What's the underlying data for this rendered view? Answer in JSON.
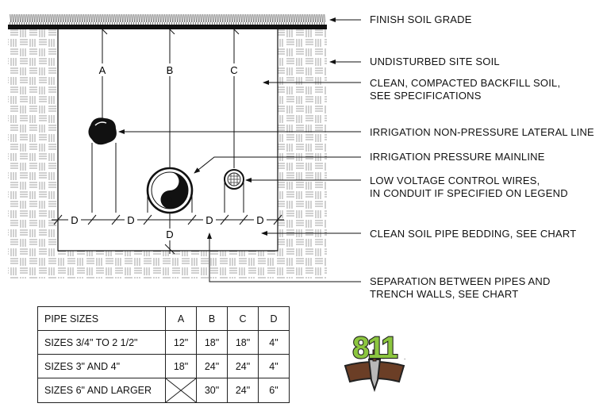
{
  "callouts": {
    "finish_grade": "FINISH SOIL GRADE",
    "undisturbed": "UNDISTURBED SITE SOIL",
    "backfill": "CLEAN, COMPACTED BACKFILL SOIL,\nSEE SPECIFICATIONS",
    "lateral": "IRRIGATION NON-PRESSURE LATERAL LINE",
    "mainline": "IRRIGATION PRESSURE MAINLINE",
    "wires": "LOW VOLTAGE CONTROL WIRES,\nIN CONDUIT IF SPECIFIED ON LEGEND",
    "bedding": "CLEAN SOIL PIPE BEDDING, SEE CHART",
    "separation": "SEPARATION BETWEEN PIPES AND\nTRENCH WALLS, SEE CHART"
  },
  "dimension_labels": {
    "a": "A",
    "b": "B",
    "c": "C",
    "d": "D"
  },
  "chart": {
    "headers": [
      "PIPE SIZES",
      "A",
      "B",
      "C",
      "D"
    ],
    "rows": [
      {
        "size": "SIZES 3/4\" TO 2 1/2\"",
        "a": "12\"",
        "b": "18\"",
        "c": "18\"",
        "d": "4\""
      },
      {
        "size": "SIZES 3\" AND 4\"",
        "a": "18\"",
        "b": "24\"",
        "c": "24\"",
        "d": "4\""
      },
      {
        "size": "SIZES 6\" AND LARGER",
        "a": "",
        "b": "30\"",
        "c": "24\"",
        "d": "6\""
      }
    ]
  },
  "logo": {
    "text": "811",
    "colors": {
      "green": "#8cc63f",
      "brown": "#6b3e26",
      "dark": "#222222"
    }
  }
}
